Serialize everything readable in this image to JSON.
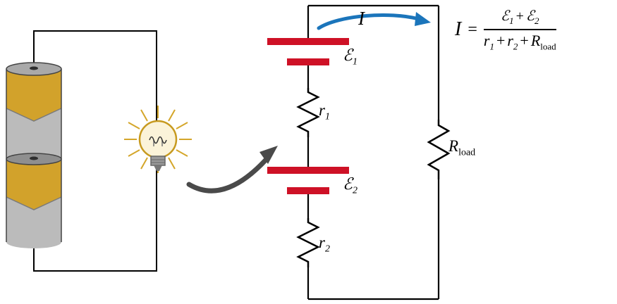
{
  "figure": {
    "colors": {
      "wire": "#000000",
      "emf_bar": "#CE1126",
      "current_arrow": "#1B75BB",
      "pointer_arrow": "#4a4a4a",
      "battery_gold": "#D2A22B",
      "battery_silver": "#BBBBBB",
      "bulb_glow": "#D4A62A"
    },
    "labels": {
      "current": "I",
      "emf1": {
        "base": "ℰ",
        "sub": "1"
      },
      "r1": {
        "base": "r",
        "sub": "1"
      },
      "emf2": {
        "base": "ℰ",
        "sub": "2"
      },
      "r2": {
        "base": "r",
        "sub": "2"
      },
      "rload": {
        "base": "R",
        "sub": "load"
      }
    },
    "equation": {
      "lhs": "I",
      "equals": "=",
      "num_t1": {
        "base": "ℰ",
        "sub": "1"
      },
      "num_op": "+",
      "num_t2": {
        "base": "ℰ",
        "sub": "2"
      },
      "den_t1": {
        "base": "r",
        "sub": "1"
      },
      "den_op1": "+",
      "den_t2": {
        "base": "r",
        "sub": "2"
      },
      "den_op2": "+",
      "den_t3": {
        "base": "R",
        "sub": "load"
      }
    }
  }
}
